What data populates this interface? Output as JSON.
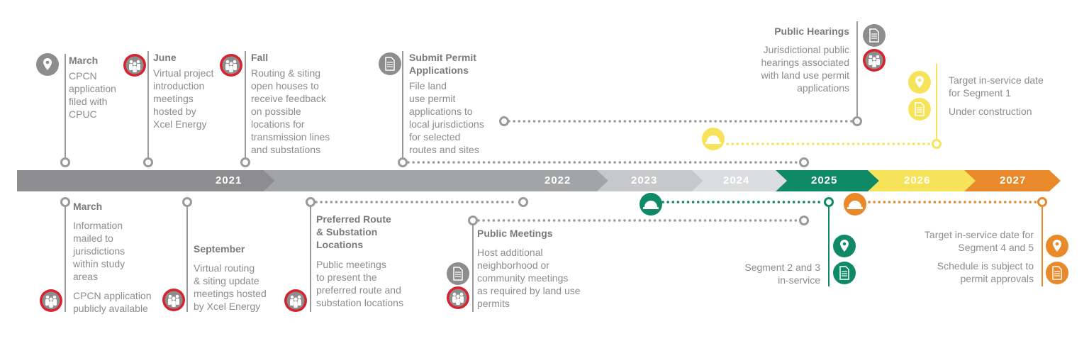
{
  "years": [
    "2021",
    "2022",
    "2023",
    "2024",
    "2025",
    "2026",
    "2027"
  ],
  "colors": {
    "gray_dark": "#8d8d8f",
    "gray_mid": "#a3a4a6",
    "gray_light": "#c7c8ca",
    "gray_lighter": "#dcdddf",
    "green": "#0e8a66",
    "yellow": "#f7e35a",
    "orange": "#e9892a",
    "red": "#d7232e"
  },
  "events": {
    "march_cpcn": {
      "title": "March",
      "body": "CPCN\napplication\nfiled with\nCPUC"
    },
    "june": {
      "title": "June",
      "body": "Virtual project\nintroduction\nmeetings\nhosted by\nXcel Energy"
    },
    "fall": {
      "title": "Fall",
      "body": "Routing & siting\nopen houses to\nreceive feedback\non possible\nlocations for\ntransmission lines\nand substations"
    },
    "submit_permit": {
      "title": "Submit Permit\nApplications",
      "body": "File land\nuse permit\napplications to\nlocal jurisdictions\nfor selected\nroutes and sites"
    },
    "public_hearings": {
      "title": "Public Hearings",
      "body": "Jurisdictional public\nhearings associated\nwith land use permit\napplications"
    },
    "target_seg1": {
      "line1": "Target in-service date\nfor Segment 1",
      "line2": "Under construction"
    },
    "march_info": {
      "title": "March",
      "body": "Information\nmailed to\njurisdictions\nwithin study\nareas",
      "body2": "CPCN application\npublicly available"
    },
    "september": {
      "title": "September",
      "body": "Virtual routing\n& siting update\nmeetings hosted\nby Xcel Energy"
    },
    "preferred_route": {
      "title": "Preferred Route\n& Substation\nLocations",
      "body": "Public meetings\nto present the\npreferred route and\nsubstation locations"
    },
    "public_meetings": {
      "title": "Public Meetings",
      "body": "Host additional\nneighborhood or\ncommunity meetings\nas required by land use\npermits"
    },
    "seg23": {
      "body": "Segment 2 and 3\nin-service"
    },
    "target_seg45": {
      "line1": "Target in-service date for\nSegment 4 and 5",
      "line2": "Schedule is subject to\npermit approvals"
    }
  },
  "icons": [
    "location-pin-icon",
    "people-icon",
    "document-icon",
    "hardhat-icon"
  ]
}
